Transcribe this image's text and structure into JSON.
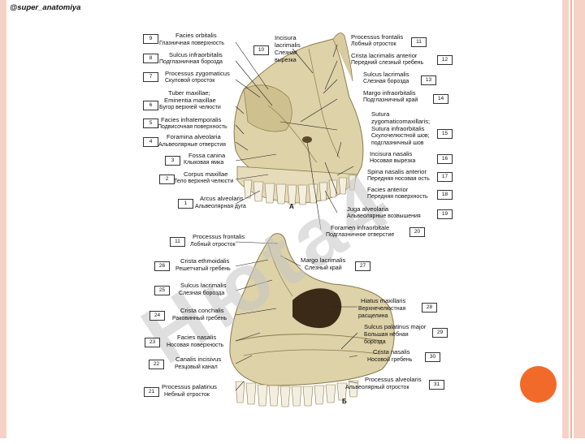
{
  "slide": {
    "watermark": "@super_anatomiya",
    "large_watermark": "Нюta4"
  },
  "figure_a": {
    "letter": "А",
    "labels": [
      {
        "n": "9",
        "latin": "Facies orbitalis",
        "ru": "Глазничная поверхность"
      },
      {
        "n": "8",
        "latin": "Sulcus infraorbitalis",
        "ru": "Подглазничная борозда"
      },
      {
        "n": "7",
        "latin": "Processus zygomaticus",
        "ru": "Скуловой отросток"
      },
      {
        "n": "6",
        "latin": "Tuber maxillae;",
        "latin2": "Eminentia maxillae",
        "ru": "Бугор верхней челюсти"
      },
      {
        "n": "5",
        "latin": "Facies infratemporalis",
        "ru": "Подвисочная поверхность"
      },
      {
        "n": "4",
        "latin": "Foramina alveolaria",
        "ru": "Альвеолярные отверстия"
      },
      {
        "n": "3",
        "latin": "Fossa canina",
        "ru": "Клыковая ямка"
      },
      {
        "n": "2",
        "latin": "Corpus maxillae",
        "ru": "Тело верхней челюсти"
      },
      {
        "n": "1",
        "latin": "Arcus alveolaris",
        "ru": "Альвеолярная дуга"
      },
      {
        "n": "10",
        "latin": "Incisura",
        "latin2": "lacrimalis",
        "ru": "Слезная",
        "ru2": "вырезка"
      },
      {
        "n": "11",
        "latin": "Processus frontalis",
        "ru": "Лобный отросток"
      },
      {
        "n": "12",
        "latin": "Crista lacrimalis anterior",
        "ru": "Передний слезный гребень"
      },
      {
        "n": "13",
        "latin": "Sulcus lacrimalis",
        "ru": "Слезная борозда"
      },
      {
        "n": "14",
        "latin": "Margo infraorbitalis",
        "ru": "Подглазничный край"
      },
      {
        "n": "15",
        "latin": "Sutura",
        "latin2": "zygomaticomaxillaris;",
        "latin3": "Sutura infraorbitalis",
        "ru": "Скулочелюстной шов;",
        "ru2": "подглазничный шов"
      },
      {
        "n": "16",
        "latin": "Incisura nasalis",
        "ru": "Носовая вырезка"
      },
      {
        "n": "17",
        "latin": "Spina nasalis anterior",
        "ru": "Передняя носовая ость"
      },
      {
        "n": "18",
        "latin": "Facies anterior",
        "ru": "Передняя поверхность"
      },
      {
        "n": "19",
        "latin": "Juga alveolaria",
        "ru": "Альвеолярные возвышения"
      },
      {
        "n": "20",
        "latin": "Foramen infraorbitale",
        "ru": "Подглазничное отверстие"
      }
    ]
  },
  "figure_b": {
    "letter": "Б",
    "labels": [
      {
        "n": "11",
        "latin": "Processus frontalis",
        "ru": "Лобный отросток"
      },
      {
        "n": "26",
        "latin": "Crista ethmoidalis",
        "ru": "Решетчатый гребень"
      },
      {
        "n": "25",
        "latin": "Sulcus lacrimalis",
        "ru": "Слезная борозда"
      },
      {
        "n": "24",
        "latin": "Crista conchalis",
        "ru": "Раковинный гребень"
      },
      {
        "n": "23",
        "latin": "Facies nasalis",
        "ru": "Носовая поверхность"
      },
      {
        "n": "22",
        "latin": "Canalis incisivus",
        "ru": "Резцовый канал"
      },
      {
        "n": "21",
        "latin": "Processus palatinus",
        "ru": "Небный отросток"
      },
      {
        "n": "27",
        "latin": "Margo lacrimalis",
        "ru": "Слезный край"
      },
      {
        "n": "28",
        "latin": "Hiatus maxillaris",
        "ru": "Верхнечелюстная",
        "ru2": "расщелина"
      },
      {
        "n": "29",
        "latin": "Sulcus palatinus major",
        "ru": "Большая нёбная",
        "ru2": "борозда"
      },
      {
        "n": "30",
        "latin": "Crista nasalis",
        "ru": "Носовой гребень"
      },
      {
        "n": "31",
        "latin": "Processus alveolaris",
        "ru": "Альвеолярный отросток"
      }
    ]
  }
}
